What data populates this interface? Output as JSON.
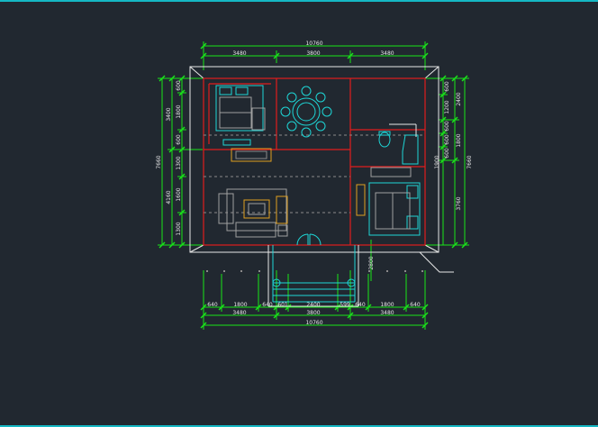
{
  "drawing": {
    "dims_top": {
      "overall": "10760",
      "segments": [
        "3480",
        "3800",
        "3480"
      ]
    },
    "dims_bottom": {
      "segments_row1": [
        "640",
        "1800",
        "640",
        "601",
        "2400",
        "599",
        "640",
        "1800",
        "640"
      ],
      "segments_row2": [
        "3480",
        "3800",
        "3480"
      ],
      "overall": "10760"
    },
    "dims_left": {
      "overall": "7660",
      "middle": [
        "3400",
        "4160"
      ],
      "inner": [
        "600",
        "1800",
        "600",
        "1300",
        "1600",
        "1300"
      ]
    },
    "dims_right": {
      "overall": "7660",
      "middle": [
        "2400",
        "1800",
        "3760"
      ],
      "inner": [
        "600",
        "1200",
        "600",
        "600",
        "600"
      ],
      "note": "1900"
    },
    "porch_dim": "2800",
    "colors": {
      "background": "#212830",
      "dimension": "#19e619",
      "wall": "#e11d1d",
      "furniture": "#1ed6d6",
      "outline": "#ffffff",
      "accent": "#e0a020"
    }
  }
}
